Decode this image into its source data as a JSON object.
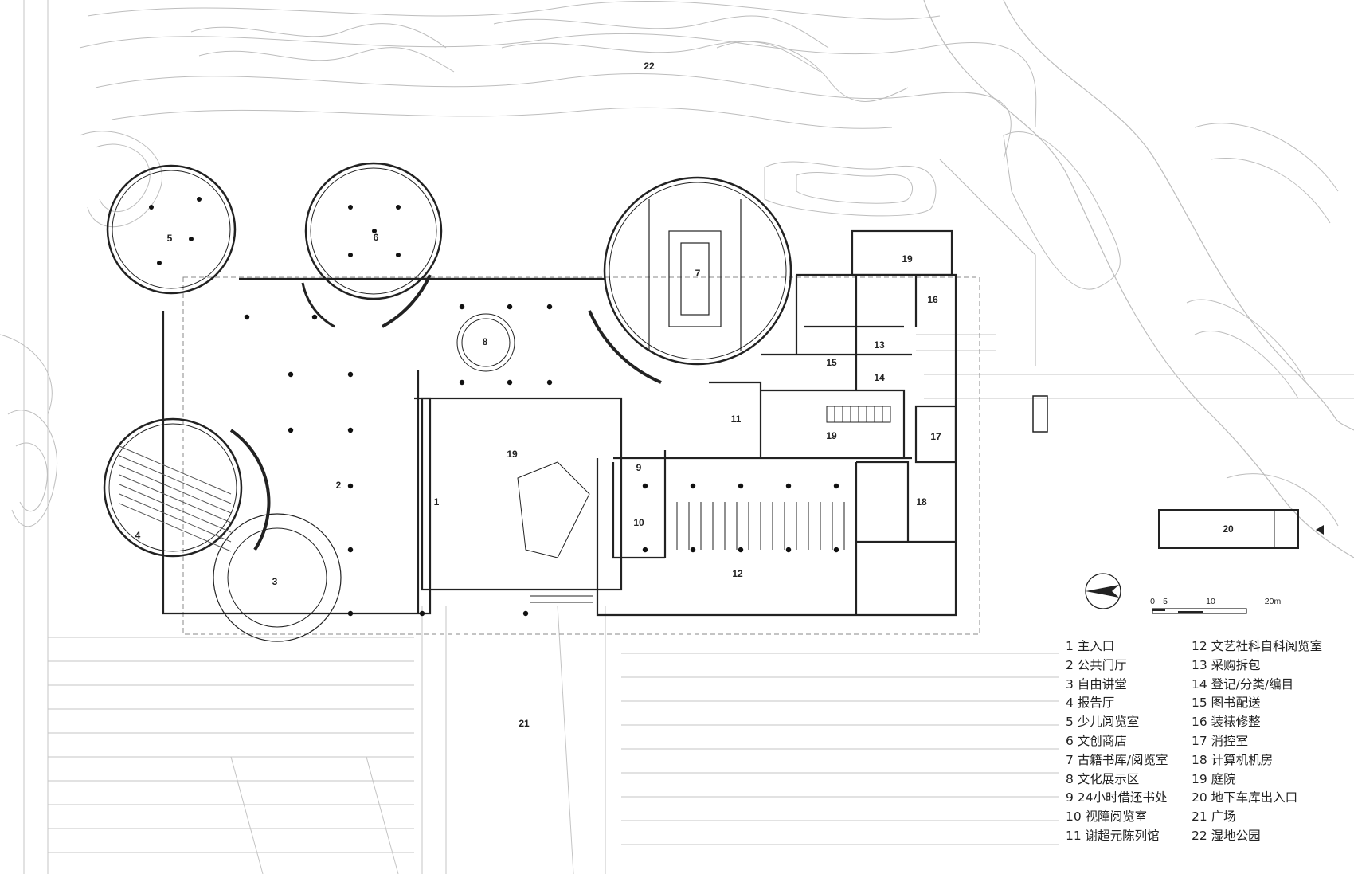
{
  "room_numbers": [
    "1",
    "2",
    "3",
    "4",
    "5",
    "6",
    "7",
    "8",
    "9",
    "10",
    "11",
    "12",
    "13",
    "14",
    "15",
    "16",
    "17",
    "18",
    "19",
    "20",
    "21",
    "22"
  ],
  "scale_bar": {
    "ticks": [
      "0",
      "5",
      "10",
      "20m"
    ]
  },
  "legend": [
    "1 主入口",
    "2 公共门厅",
    "3 自由讲堂",
    "4 报告厅",
    "5 少儿阅览室",
    "6 文创商店",
    "7 古籍书库/阅览室",
    "8 文化展示区",
    "9 24小时借还书处",
    "10 视障阅览室",
    "11 谢超元陈列馆",
    "12 文艺社科自科阅览室",
    "13 采购拆包",
    "14 登记/分类/编目",
    "15 图书配送",
    "16 装裱修整",
    "17 消控室",
    "18 计算机机房",
    "19 庭院",
    "20 地下车库出入口",
    "21 广场",
    "22 湿地公园"
  ],
  "icons": {
    "north_arrow": "north-arrow-icon",
    "entry_arrow": "entry-triangle-icon"
  },
  "colors": {
    "line": "#222222",
    "contour": "#b8b8b8",
    "light": "#cfcfcf"
  }
}
